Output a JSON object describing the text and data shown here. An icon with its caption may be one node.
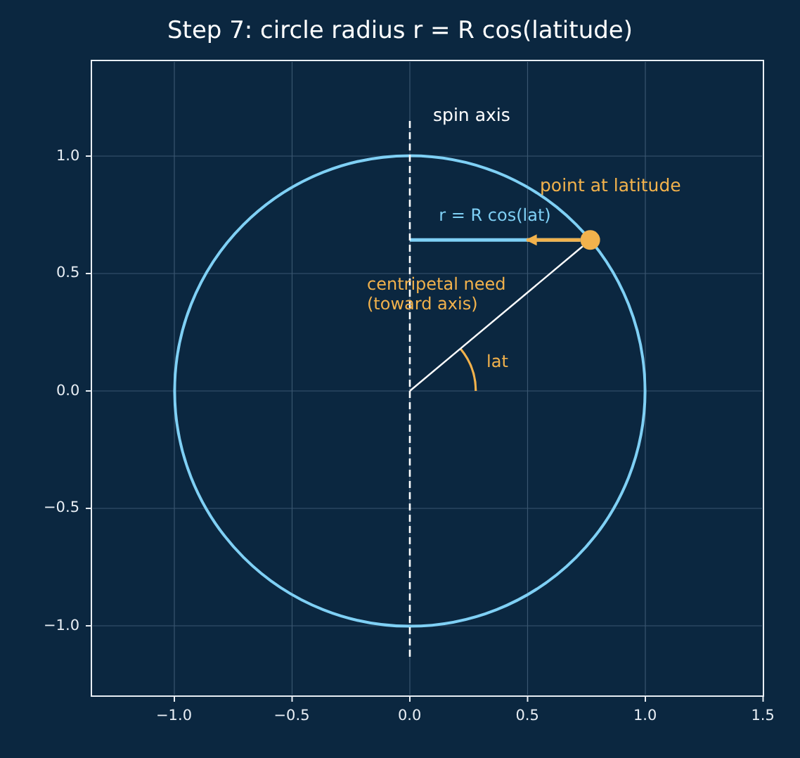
{
  "diagram": {
    "title": "Step 7: circle radius r = R cos(latitude)",
    "nodes": [
      {
        "text": [],
        "shape": "bar",
        "beside": [
          "spin axis"
        ]
      },
      {
        "text": [],
        "shape": "circle",
        "beside": [
          "point at latitude"
        ]
      }
    ],
    "edges": [
      {
        "from": 1,
        "to": 0,
        "arrow": "none",
        "label": "r = R cos(lat)",
        "color": "#7fd0f5"
      },
      {
        "from": 1,
        "to": null,
        "arrow": "to",
        "color": "#f2b24c"
      },
      {
        "from": 0,
        "to": 1,
        "arrow": "none",
        "color": "#ffffff"
      }
    ],
    "labels": [
      "1.0",
      "0.5",
      "0.0",
      "−0.5",
      "−1.0",
      "−1.0",
      "−0.5",
      "0.0",
      "0.5",
      "1.0",
      "1.5",
      "centripetal need (toward axis)",
      "lat"
    ]
  }
}
